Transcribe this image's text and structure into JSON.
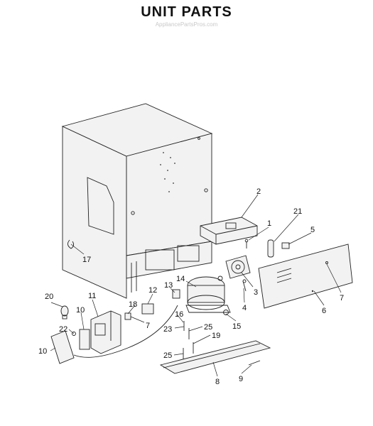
{
  "title": "UNIT PARTS",
  "watermark": "AppliancePartsPros.com",
  "part_labels": [
    {
      "id": "1",
      "text": "1"
    },
    {
      "id": "2",
      "text": "2"
    },
    {
      "id": "3",
      "text": "3"
    },
    {
      "id": "4",
      "text": "4"
    },
    {
      "id": "5",
      "text": "5"
    },
    {
      "id": "6",
      "text": "6"
    },
    {
      "id": "7a",
      "text": "7"
    },
    {
      "id": "7b",
      "text": "7"
    },
    {
      "id": "8",
      "text": "8"
    },
    {
      "id": "9",
      "text": "9"
    },
    {
      "id": "10",
      "text": "10"
    },
    {
      "id": "11",
      "text": "11"
    },
    {
      "id": "12",
      "text": "12"
    },
    {
      "id": "13",
      "text": "13"
    },
    {
      "id": "14",
      "text": "14"
    },
    {
      "id": "15",
      "text": "15"
    },
    {
      "id": "16",
      "text": "16"
    },
    {
      "id": "17",
      "text": "17"
    },
    {
      "id": "18",
      "text": "18"
    },
    {
      "id": "19",
      "text": "19"
    },
    {
      "id": "20",
      "text": "20"
    },
    {
      "id": "21",
      "text": "21"
    },
    {
      "id": "22",
      "text": "22"
    },
    {
      "id": "23",
      "text": "23"
    },
    {
      "id": "24",
      "text": "24"
    },
    {
      "id": "25a",
      "text": "25"
    },
    {
      "id": "25b",
      "text": "25"
    }
  ]
}
